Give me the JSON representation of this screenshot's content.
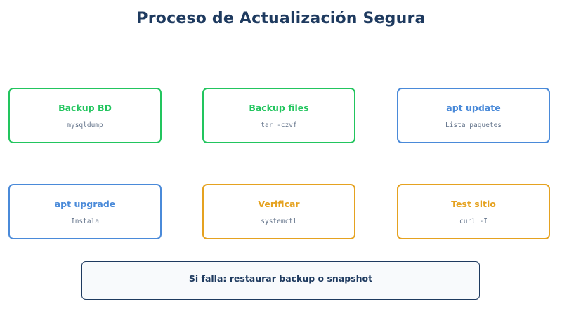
{
  "title": "Proceso de Actualización Segura",
  "steps": [
    {
      "name": "Backup BD",
      "command": "mysqldump",
      "color": "#22c55e"
    },
    {
      "name": "Backup files",
      "command": "tar -czvf",
      "color": "#22c55e"
    },
    {
      "name": "apt update",
      "command": "Lista paquetes",
      "color": "#4a8ad9"
    },
    {
      "name": "apt upgrade",
      "command": "Instala",
      "color": "#4a8ad9"
    },
    {
      "name": "Verificar",
      "command": "systemctl",
      "color": "#e5a220"
    },
    {
      "name": "Test sitio",
      "command": "curl -I",
      "color": "#e5a220"
    }
  ],
  "fallback": {
    "text": "Si falla: restaurar backup o snapshot"
  }
}
